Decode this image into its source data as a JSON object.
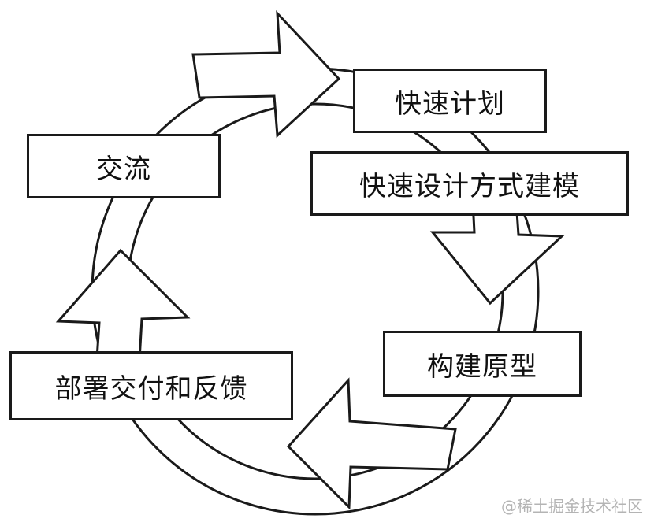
{
  "diagram": {
    "steps": {
      "plan": "快速计划",
      "model": "快速设计方式建模",
      "build": "构建原型",
      "deploy": "部署交付和反馈",
      "communicate": "交流"
    },
    "watermark": "@稀土掘金技术社区"
  }
}
